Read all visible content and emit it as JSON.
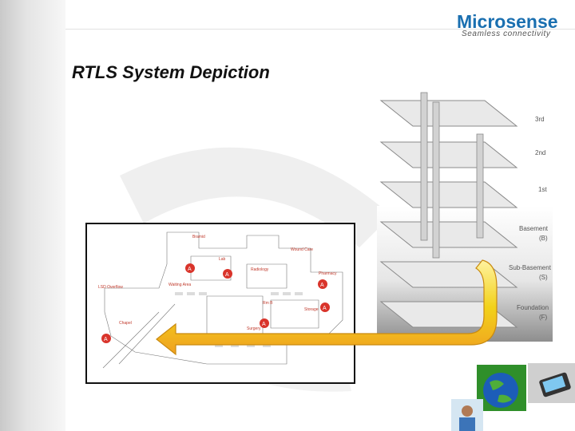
{
  "logo": {
    "name": "Microsense",
    "tagline": "Seamless connectivity"
  },
  "slide": {
    "title": "RTLS System Depiction"
  },
  "floor_plan": {
    "labels": [
      "Bramid",
      "Wound Care",
      "Lab",
      "Radiology",
      "Pharmacy",
      "Waiting Area",
      "LSD Overflow",
      "Chapel",
      "Rm B",
      "Surgery",
      "Storage"
    ],
    "marker_letter": "A"
  },
  "building": {
    "floors": [
      {
        "label": "3rd",
        "code": ""
      },
      {
        "label": "2nd",
        "code": ""
      },
      {
        "label": "1st",
        "code": ""
      },
      {
        "label": "Basement",
        "code": "(B)"
      },
      {
        "label": "Sub-Basement",
        "code": "(S)"
      },
      {
        "label": "Foundation",
        "code": "(F)"
      }
    ]
  },
  "colors": {
    "logo_blue": "#1a6fb0",
    "arrow_yellow": "#f2d21a",
    "arrow_orange": "#f0a020",
    "marker_red": "#d9342b"
  },
  "icons": [
    "globe-icon",
    "handheld-device-icon",
    "operator-icon"
  ]
}
